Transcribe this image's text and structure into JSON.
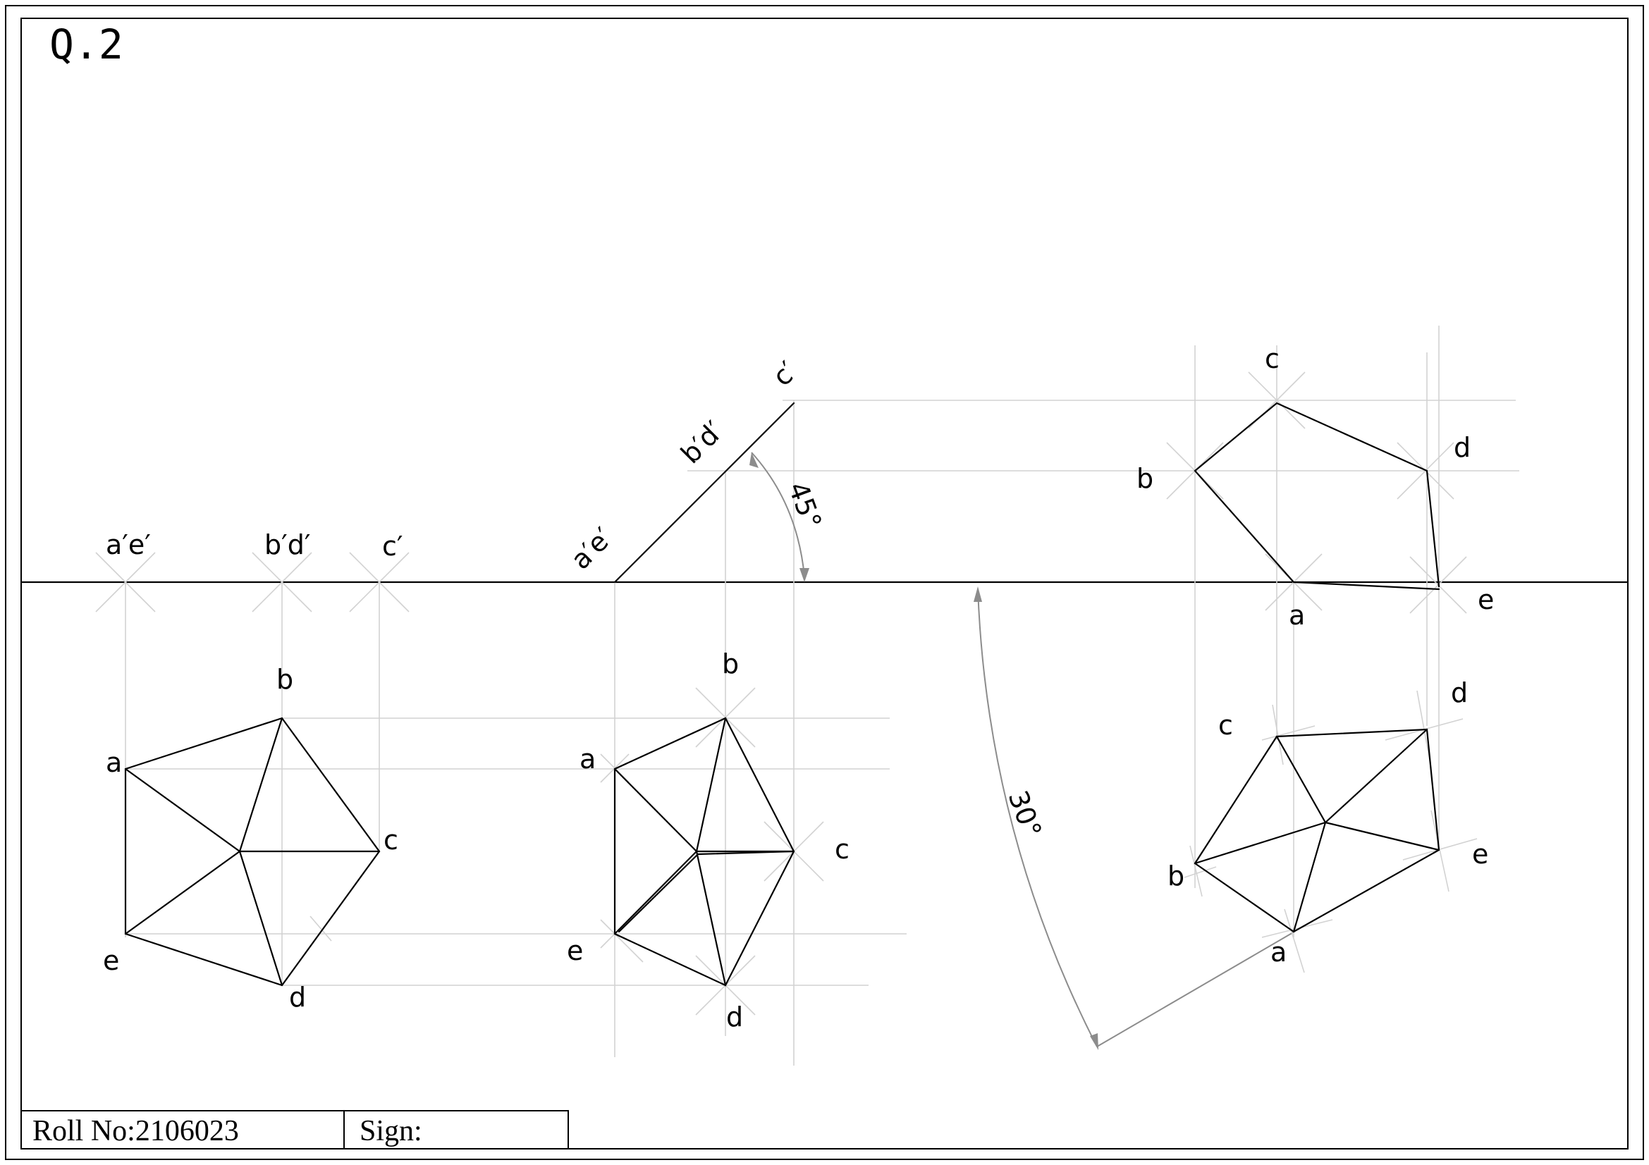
{
  "question": "Q.2",
  "title_block": {
    "roll_no": "Roll No:2106023",
    "sign": "Sign:"
  },
  "dimensions": {
    "angle_45": "45°",
    "angle_30": "30°"
  },
  "view1": {
    "front_labels": [
      "a′e′",
      "b′d′",
      "c′"
    ],
    "top_labels": {
      "a": "a",
      "b": "b",
      "c": "c",
      "d": "d",
      "e": "e"
    }
  },
  "view2": {
    "front_labels": [
      "a′e′",
      "b′d′",
      "c′"
    ],
    "top_labels": {
      "a": "a",
      "b": "b",
      "c": "c",
      "d": "d",
      "e": "e"
    }
  },
  "view3": {
    "front_labels": {
      "a": "a",
      "b": "b",
      "c": "c",
      "d": "d",
      "e": "e"
    },
    "top_labels": {
      "a": "a",
      "b": "b",
      "c": "c",
      "d": "d",
      "e": "e"
    }
  }
}
